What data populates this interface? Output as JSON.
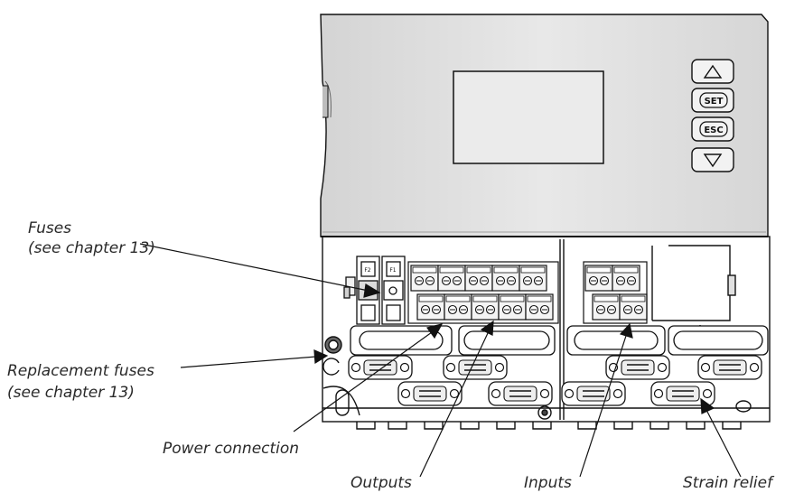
{
  "labels": {
    "fuses": "Fuses",
    "fuses_ref": "(see chapter 13)",
    "replacement": "Replacement fuses",
    "replacement_ref": "(see chapter 13)",
    "power": "Power connection",
    "outputs": "Outputs",
    "inputs": "Inputs",
    "strain": "Strain relief"
  },
  "keys": {
    "up": "up-arrow-icon",
    "set": "SET",
    "esc": "ESC",
    "down": "down-arrow-icon"
  },
  "fuse_marks": {
    "f2": "F2",
    "f1": "F1"
  }
}
